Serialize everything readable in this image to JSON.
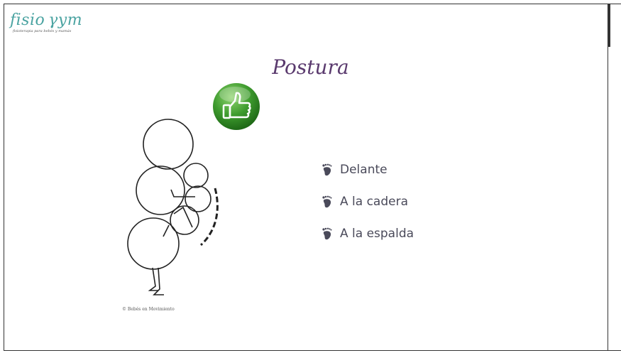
{
  "logo": {
    "name": "fisio γym",
    "tagline": "fisioterapia para bebés y mamás"
  },
  "slide": {
    "title": "Postura",
    "list": [
      {
        "label": "Delante",
        "icon": "baby-foot-icon"
      },
      {
        "label": "A la cadera",
        "icon": "baby-foot-icon"
      },
      {
        "label": "A la espalda",
        "icon": "baby-foot-icon"
      }
    ],
    "copyright": "© Bebés en Movimiento",
    "thumbs_icon": "thumbs-up-icon"
  },
  "colors": {
    "title": "#5a3a6e",
    "logo": "#4aa3a1",
    "thumbs_green": "#3e9b2e",
    "text": "#4a4a5a"
  }
}
